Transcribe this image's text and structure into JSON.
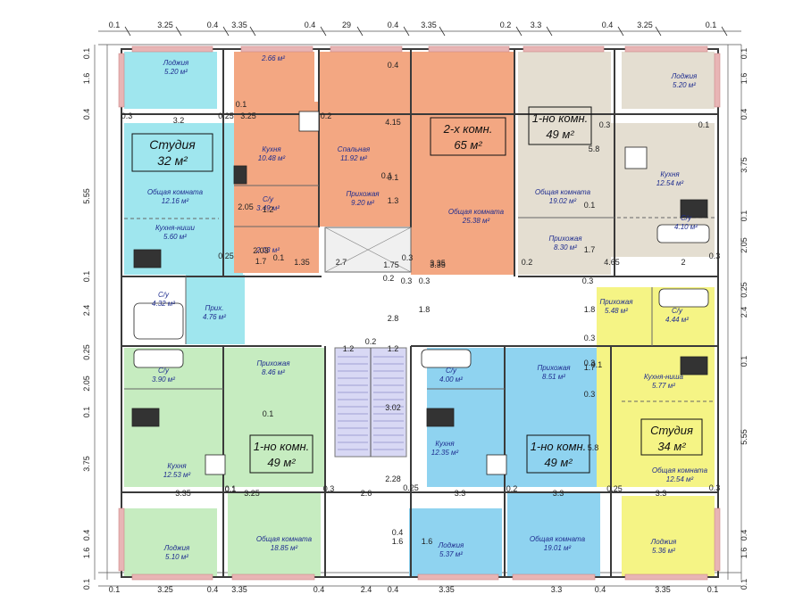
{
  "header_text": "",
  "colors": {
    "cyan": "#9fe6ee",
    "orange": "#f3a782",
    "beige": "#e4ded1",
    "green": "#c6ecc0",
    "blue": "#8fd3f0",
    "yellow": "#f5f485",
    "pink_wall": "#e8b5b5",
    "dim_line": "#555555"
  },
  "dims": {
    "top": [
      "0.1",
      "3.25",
      "0.4",
      "3.35",
      "0.4",
      "29",
      "0.4",
      "3.35",
      "0.2",
      "3.3",
      "0.4",
      "3.25",
      "0.1"
    ],
    "bottom": [
      "0.1",
      "3.25",
      "0.4",
      "3.35",
      "0.4",
      "2.4",
      "0.4",
      "3.35",
      "3.3",
      "0.4",
      "3.35",
      "0.1"
    ],
    "left": [
      "0.1",
      "1.6",
      "0.4",
      "5.55",
      "0.1",
      "2.4",
      "0.25",
      "2.05",
      "0.1",
      "3.75",
      "0.4",
      "1.6",
      "0.1"
    ],
    "right": [
      "0.1",
      "1.6",
      "0.4",
      "3.75",
      "0.1",
      "2.05",
      "0.25",
      "2.4",
      "0.1",
      "5.55",
      "0.4",
      "1.6",
      "0.1"
    ]
  },
  "inner_dims": [
    "0.3",
    "3.2",
    "0.25",
    "3.25",
    "0.2",
    "4.15",
    "5.8",
    "3.35",
    "0.3",
    "1.7",
    "0.1",
    "1.35",
    "2.7",
    "1.75",
    "0.3",
    "3.35",
    "0.2",
    "4.65",
    "2",
    "0.3",
    "0.1",
    "3.35",
    "0.1",
    "0.3",
    "3.25",
    "2.6",
    "0.25",
    "3.3",
    "0.2",
    "3.3",
    "0.25",
    "3.3",
    "0.3",
    "1.2",
    "0.2",
    "1.2",
    "3.02",
    "2.28",
    "2.8",
    "1.8",
    "0.3",
    "0.2",
    "1.3",
    "1.2",
    "2.05",
    "1.7",
    "0.1",
    "0.3",
    "0.4",
    "0.25",
    "0.1",
    "0.3",
    "1.8",
    "2.03",
    "1.6",
    "1.6",
    "0.4",
    "0.3",
    "0.1",
    "0.3",
    "0.1",
    "0.3",
    "5.8",
    "1.7",
    "0.1",
    "0.1",
    "0.1"
  ],
  "apartments": [
    {
      "name": "Студия",
      "area": "32 м²"
    },
    {
      "name": "2-х комн.",
      "area": "65 м²"
    },
    {
      "name": "1-но комн.",
      "area": "49 м²"
    },
    {
      "name": "1-но комн.",
      "area": "49 м²"
    },
    {
      "name": "1-но комн.",
      "area": "49 м²"
    },
    {
      "name": "Студия",
      "area": "34 м²"
    }
  ],
  "rooms": [
    {
      "name": "Лоджия",
      "area": "5.20 м²"
    },
    {
      "name": "Общая комната",
      "area": "12.16 м²"
    },
    {
      "name": "Кухня-ниши",
      "area": "5.60 м²"
    },
    {
      "name": "С/у",
      "area": "4.32 м²"
    },
    {
      "name": "Прих.",
      "area": "4.76 м²"
    },
    {
      "name": "",
      "area": "2.66 м²"
    },
    {
      "name": "Кухня",
      "area": "10.48 м²"
    },
    {
      "name": "С/у",
      "area": "3.49 м²"
    },
    {
      "name": "",
      "area": "2.03 м²"
    },
    {
      "name": "Спальная",
      "area": "11.92 м²"
    },
    {
      "name": "Прихожая",
      "area": "9.20 м²"
    },
    {
      "name": "Общая комната",
      "area": "25.38 м²"
    },
    {
      "name": "Общая комната",
      "area": "19.02 м²"
    },
    {
      "name": "Прихожая",
      "area": "8.30 м²"
    },
    {
      "name": "Лоджия",
      "area": "5.20 м²"
    },
    {
      "name": "Кухня",
      "area": "12.54 м²"
    },
    {
      "name": "С/у",
      "area": "4.10 м²"
    },
    {
      "name": "С/у",
      "area": "3.90 м²"
    },
    {
      "name": "Прихожая",
      "area": "8.46 м²"
    },
    {
      "name": "Кухня",
      "area": "12.53 м²"
    },
    {
      "name": "Общая комната",
      "area": "18.85 м²"
    },
    {
      "name": "Лоджия",
      "area": "5.10 м²"
    },
    {
      "name": "С/у",
      "area": "4.00 м²"
    },
    {
      "name": "Прихожая",
      "area": "8.51 м²"
    },
    {
      "name": "Кухня",
      "area": "12.35 м²"
    },
    {
      "name": "Общая комната",
      "area": "19.01 м²"
    },
    {
      "name": "Лоджия",
      "area": "5.37 м²"
    },
    {
      "name": "Прихожая",
      "area": "5.48 м²"
    },
    {
      "name": "С/у",
      "area": "4.44 м²"
    },
    {
      "name": "Кухня-ниша",
      "area": "5.77 м²"
    },
    {
      "name": "Общая комната",
      "area": "12.54 м²"
    },
    {
      "name": "Лоджия",
      "area": "5.36 м²"
    }
  ]
}
